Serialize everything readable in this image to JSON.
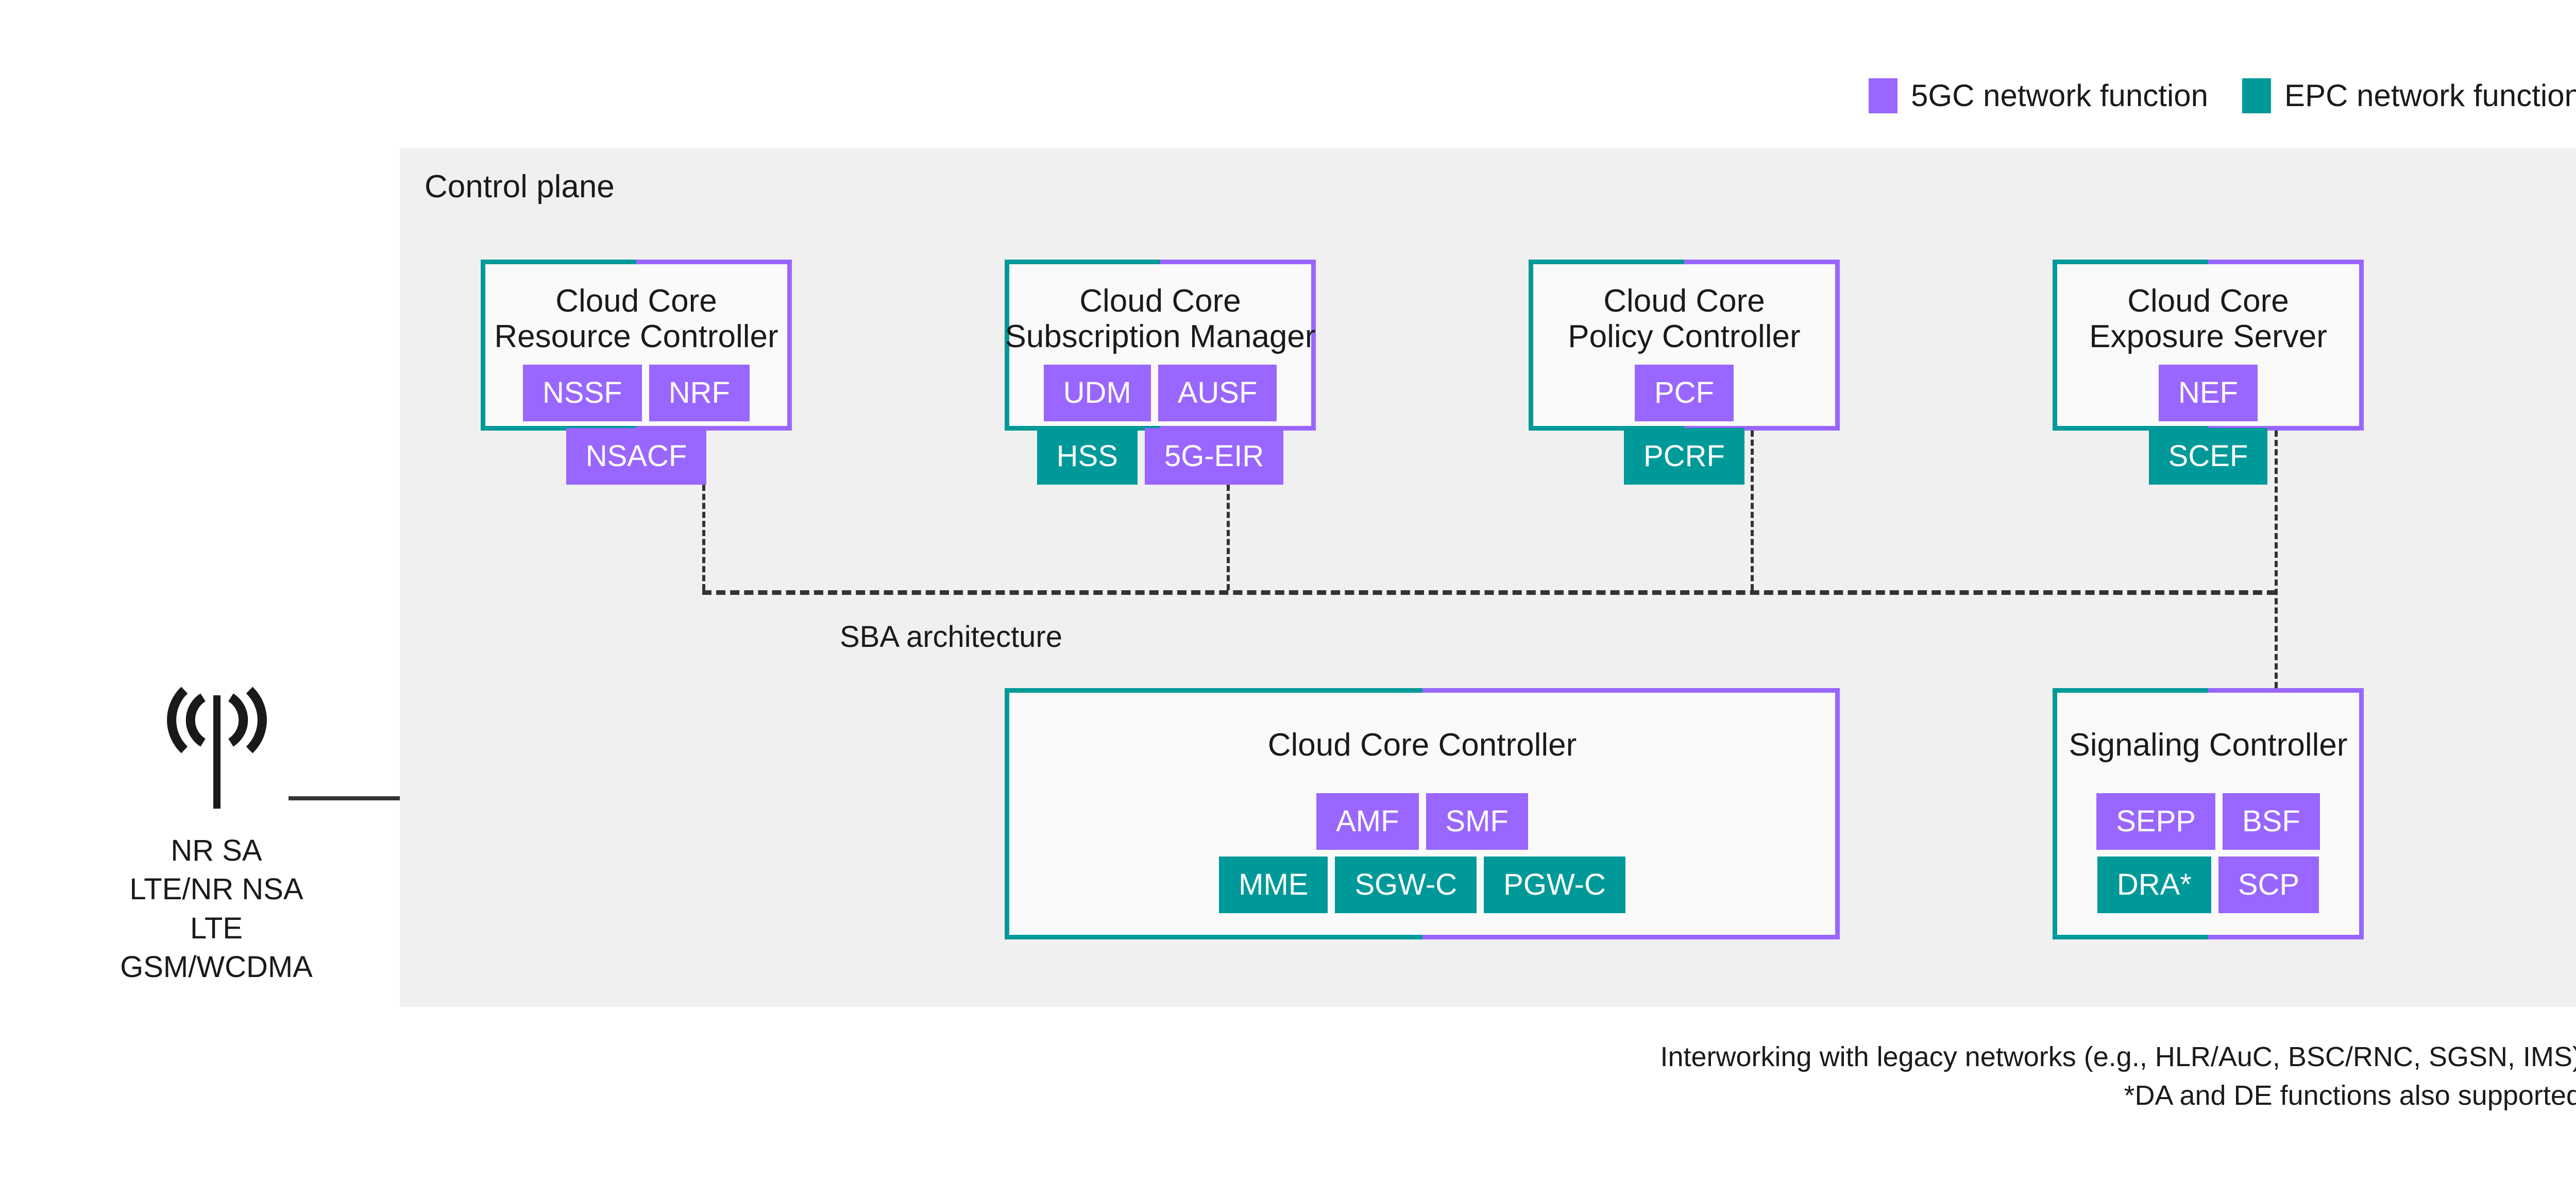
{
  "legend": {
    "items": [
      {
        "label": "5GC network function",
        "color": "#9966FF",
        "swatch": "purple-swatch"
      },
      {
        "label": "EPC network function",
        "color": "#009999",
        "swatch": "teal-swatch"
      }
    ]
  },
  "panel": {
    "title": "Control plane",
    "background": "#F0F0F0"
  },
  "sba": {
    "label": "SBA architecture"
  },
  "ran": {
    "icon": "antenna-icon",
    "labels": "NR SA\nLTE/NR NSA\nLTE\nGSM/WCDMA"
  },
  "boxes": {
    "resource_controller": {
      "title": "Cloud Core\nResource Controller",
      "chips": [
        [
          {
            "label": "NSSF",
            "type": "5GC"
          },
          {
            "label": "NRF",
            "type": "5GC"
          }
        ],
        [
          {
            "label": "NSACF",
            "type": "5GC"
          }
        ]
      ]
    },
    "subscription_manager": {
      "title": "Cloud Core\nSubscription Manager",
      "chips": [
        [
          {
            "label": "UDM",
            "type": "5GC"
          },
          {
            "label": "AUSF",
            "type": "5GC"
          }
        ],
        [
          {
            "label": "HSS",
            "type": "EPC"
          },
          {
            "label": "5G-EIR",
            "type": "5GC"
          }
        ]
      ]
    },
    "policy_controller": {
      "title": "Cloud Core\nPolicy Controller",
      "chips": [
        [
          {
            "label": "PCF",
            "type": "5GC"
          }
        ],
        [
          {
            "label": "PCRF",
            "type": "EPC"
          }
        ]
      ]
    },
    "exposure_server": {
      "title": "Cloud Core\nExposure Server",
      "chips": [
        [
          {
            "label": "NEF",
            "type": "5GC"
          }
        ],
        [
          {
            "label": "SCEF",
            "type": "EPC"
          }
        ]
      ]
    },
    "cloud_core_controller": {
      "title": "Cloud Core Controller",
      "chips": [
        [
          {
            "label": "AMF",
            "type": "5GC"
          },
          {
            "label": "SMF",
            "type": "5GC"
          }
        ],
        [
          {
            "label": "MME",
            "type": "EPC"
          },
          {
            "label": "SGW-C",
            "type": "EPC"
          },
          {
            "label": "PGW-C",
            "type": "EPC"
          }
        ]
      ]
    },
    "signaling_controller": {
      "title": "Signaling Controller",
      "chips": [
        [
          {
            "label": "SEPP",
            "type": "5GC"
          },
          {
            "label": "BSF",
            "type": "5GC"
          }
        ],
        [
          {
            "label": "DRA*",
            "type": "EPC"
          },
          {
            "label": "SCP",
            "type": "5GC"
          }
        ]
      ]
    }
  },
  "footnotes": [
    "Interworking with legacy networks (e.g., HLR/AuC, BSC/RNC, SGSN, IMS)",
    "*DA and DE functions also supported"
  ],
  "colors": {
    "5gc_purple": "#9966FF",
    "epc_teal": "#009999",
    "panel_grey": "#F0F0F0",
    "box_fill": "#FAFAFA",
    "connector": "#333333"
  }
}
